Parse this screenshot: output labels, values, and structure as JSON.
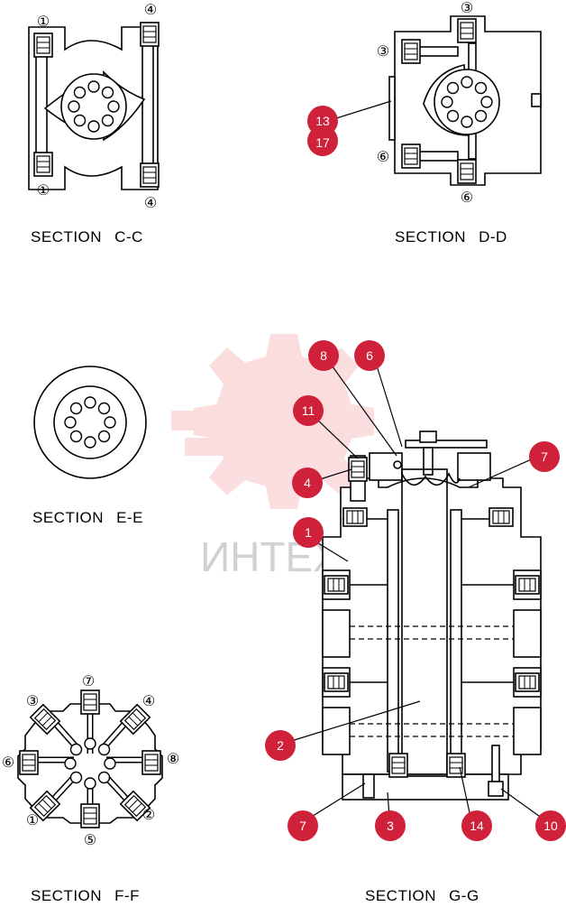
{
  "sections": {
    "cc": {
      "label": "SECTION",
      "name": "C-C"
    },
    "dd": {
      "label": "SECTION",
      "name": "D-D"
    },
    "ee": {
      "label": "SECTION",
      "name": "E-E"
    },
    "ff": {
      "label": "SECTION",
      "name": "F-F"
    },
    "gg": {
      "label": "SECTION",
      "name": "G-G"
    }
  },
  "port_labels": {
    "cc": [
      "①",
      "④",
      "①",
      "④"
    ],
    "dd": [
      "③",
      "③",
      "⑥",
      "⑥"
    ],
    "ff": [
      "⑦",
      "③",
      "④",
      "⑥",
      "⑧",
      "①",
      "②",
      "⑤"
    ]
  },
  "callouts": {
    "dd": [
      "13",
      "17"
    ],
    "gg": [
      "8",
      "6",
      "11",
      "7",
      "4",
      "1",
      "2",
      "7",
      "3",
      "14",
      "10"
    ]
  },
  "watermark": {
    "text": "ИНТЕХ",
    "color": "#e8303a"
  },
  "colors": {
    "callout": "#d0213a",
    "line": "#000000"
  }
}
